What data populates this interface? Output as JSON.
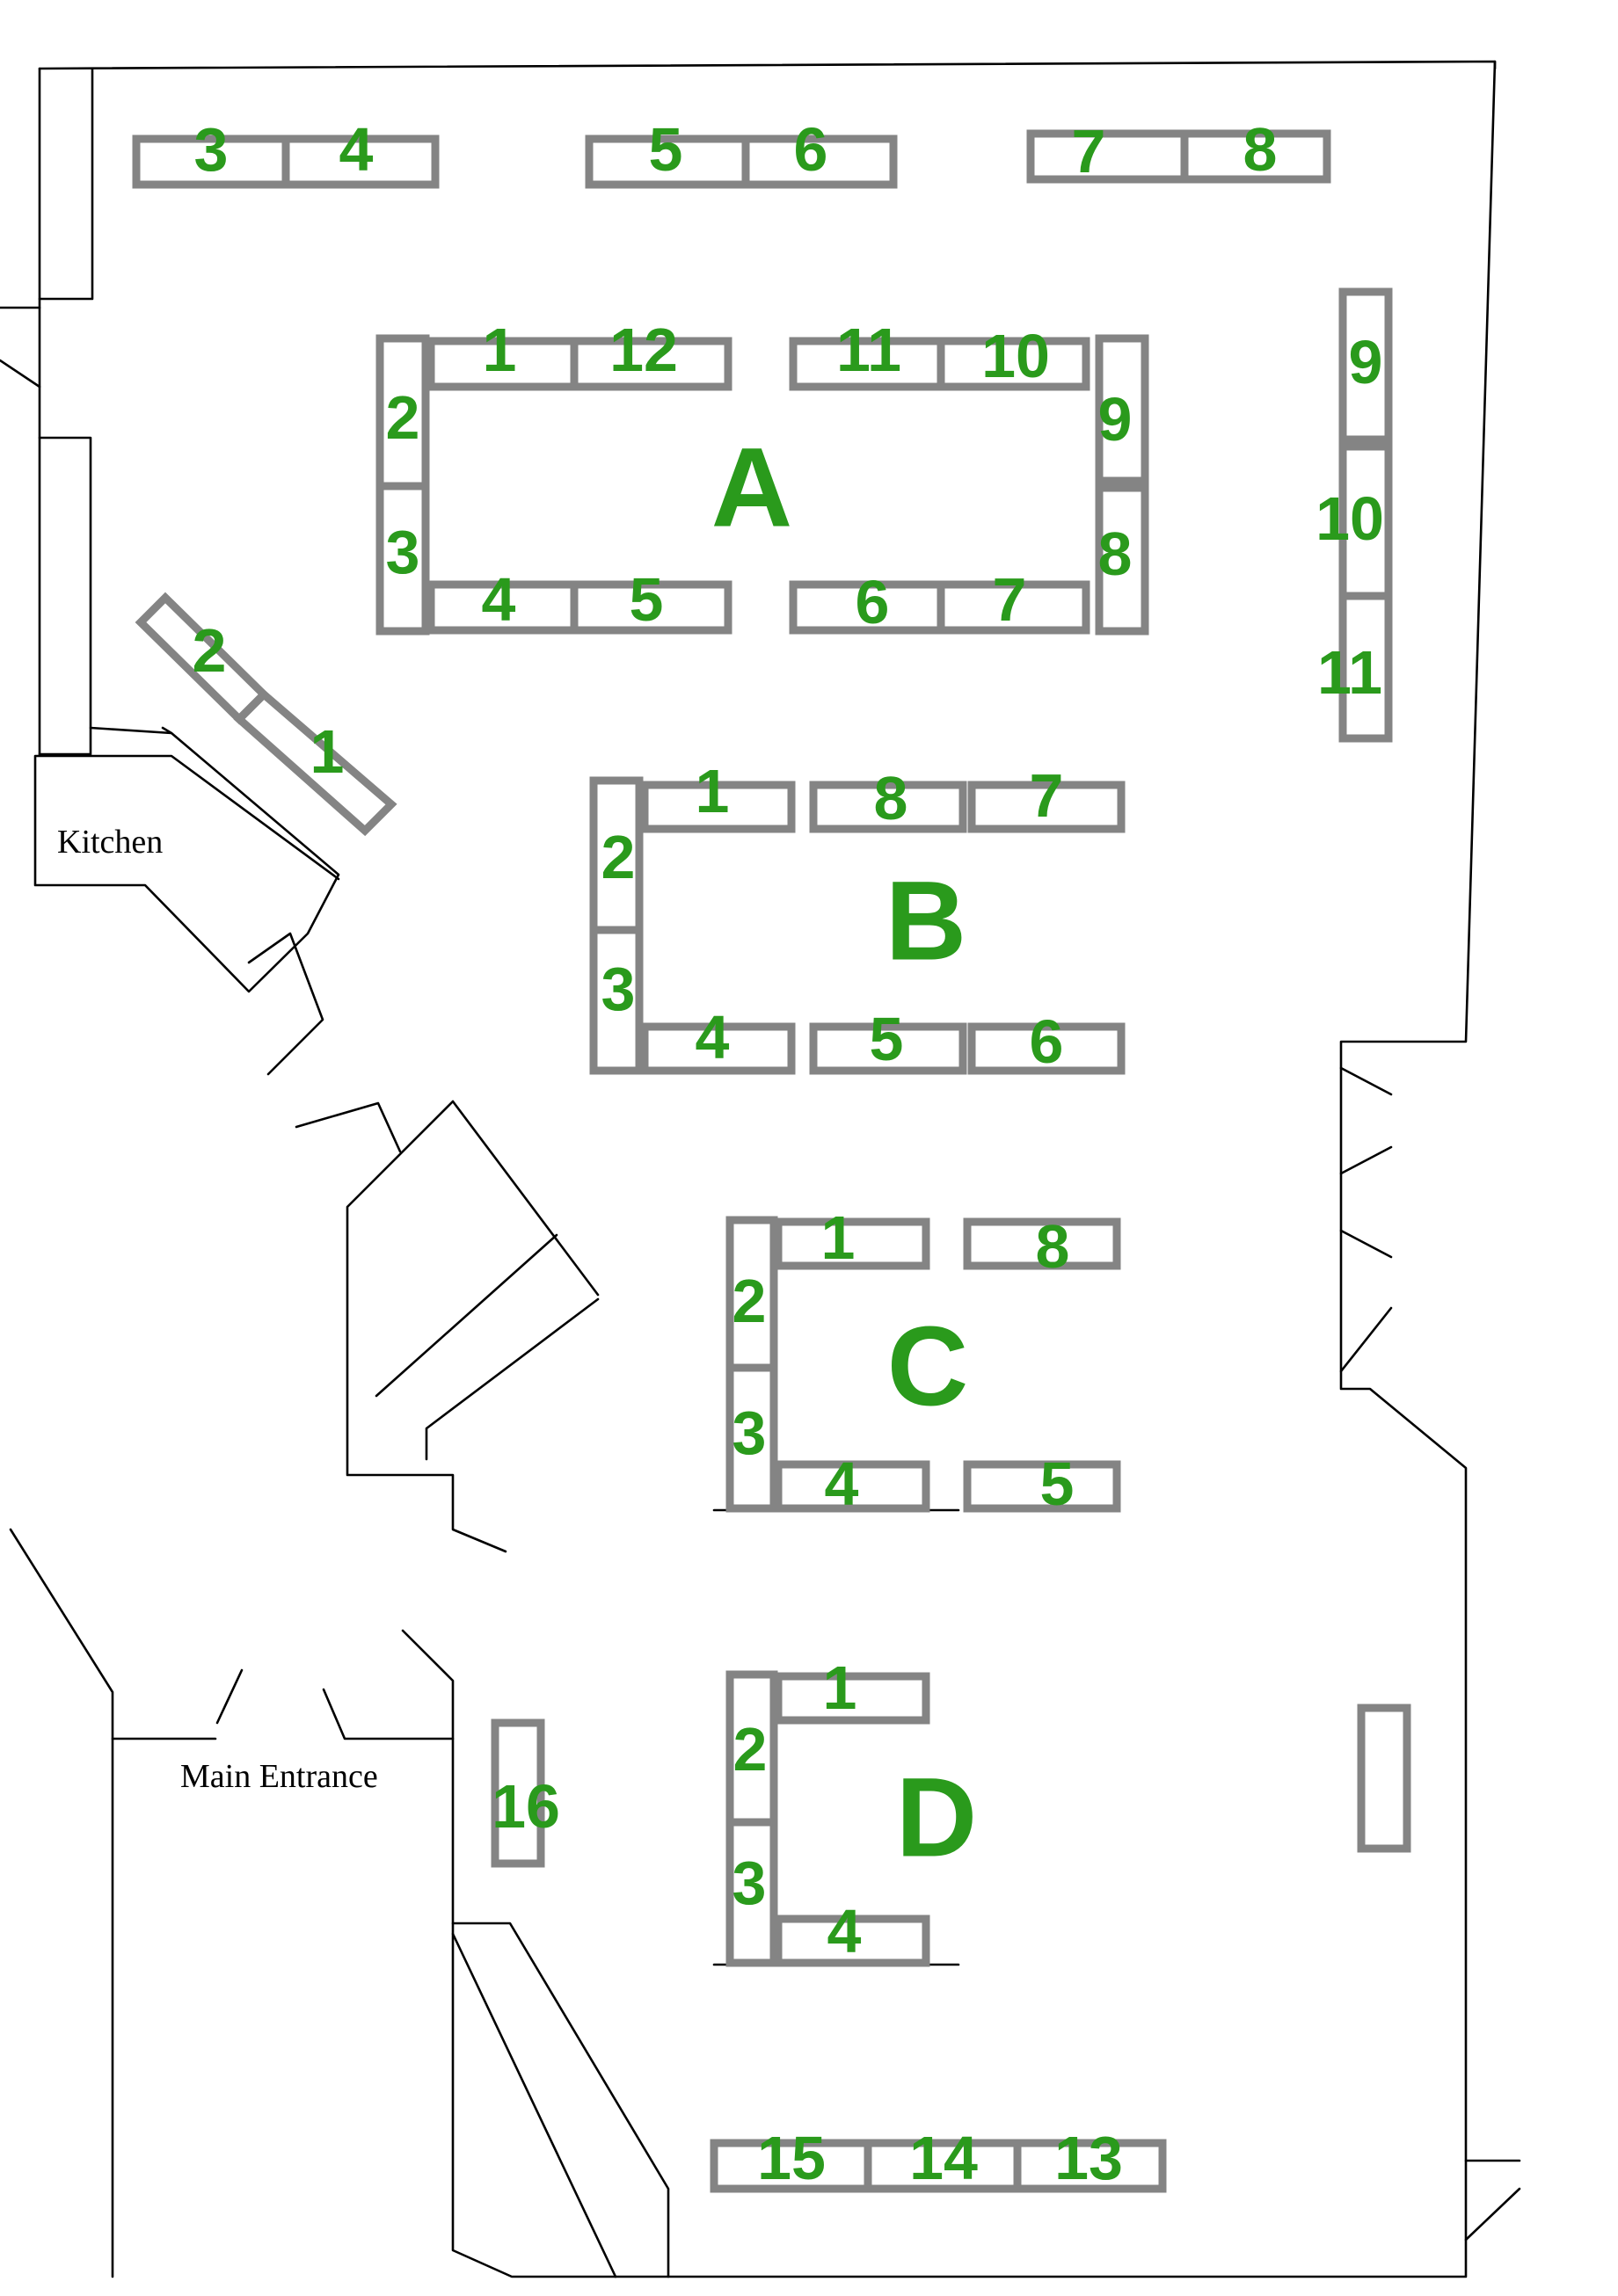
{
  "rooms": {
    "kitchen": "Kitchen",
    "main_entrance": "Main Entrance"
  },
  "groups": {
    "a": "A",
    "b": "B",
    "c": "C",
    "d": "D"
  },
  "tables": {
    "top": {
      "t3": "3",
      "t4": "4",
      "t5": "5",
      "t6": "6",
      "t7": "7",
      "t8": "8"
    },
    "right": {
      "t9": "9",
      "t10": "10",
      "t11": "11"
    },
    "kitchen": {
      "t1": "1",
      "t2": "2"
    },
    "bottom": {
      "t13": "13",
      "t14": "14",
      "t15": "15",
      "t16": "16"
    },
    "a": {
      "t1": "1",
      "t2": "2",
      "t3": "3",
      "t4": "4",
      "t5": "5",
      "t6": "6",
      "t7": "7",
      "t8": "8",
      "t9": "9",
      "t10": "10",
      "t11": "11",
      "t12": "12"
    },
    "b": {
      "t1": "1",
      "t2": "2",
      "t3": "3",
      "t4": "4",
      "t5": "5",
      "t6": "6",
      "t7": "7",
      "t8": "8"
    },
    "c": {
      "t1": "1",
      "t2": "2",
      "t3": "3",
      "t4": "4",
      "t5": "5",
      "t8": "8"
    },
    "d": {
      "t1": "1",
      "t2": "2",
      "t3": "3",
      "t4": "4"
    }
  },
  "colors": {
    "table_outline": "#848484",
    "label_green": "#2a9a1c",
    "walls": "#000000"
  }
}
